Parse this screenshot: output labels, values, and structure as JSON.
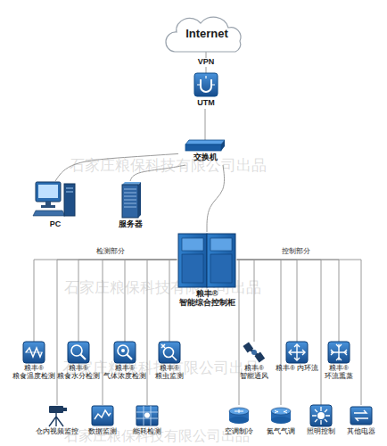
{
  "diagram": {
    "nodes": [
      {
        "text": [
          "Internet"
        ]
      },
      {
        "text": [
          "UTM"
        ]
      },
      {
        "text": [
          "交换机"
        ]
      },
      {
        "text": [
          "PC"
        ]
      },
      {
        "text": [
          "服务器"
        ]
      },
      {
        "text": [
          "粮丰® 智能综合控制柜"
        ]
      },
      {
        "text": [
          "粮丰® 粮食温度检测"
        ]
      },
      {
        "text": [
          "粮丰® 粮食水分检测"
        ]
      },
      {
        "text": [
          "粮丰® 气体浓度检测"
        ]
      },
      {
        "text": [
          "粮丰® 粮虫监测"
        ]
      },
      {
        "text": [
          "粮丰® 智能通风"
        ]
      },
      {
        "text": [
          "粮丰® 内环流"
        ]
      },
      {
        "text": [
          "粮丰® 环流熏蒸"
        ]
      },
      {
        "text": [
          "仓内视频监控"
        ]
      },
      {
        "text": [
          "数据监测"
        ]
      },
      {
        "text": [
          "能耗检测"
        ]
      },
      {
        "text": [
          "空调制冷"
        ]
      },
      {
        "text": [
          "氮气气调"
        ]
      },
      {
        "text": [
          "照明控制"
        ]
      },
      {
        "text": [
          "其他电器"
        ]
      }
    ],
    "edges": [
      {
        "from": 0,
        "to": 1,
        "label": "VPN",
        "arrow": "none"
      },
      {
        "from": 1,
        "to": 2,
        "arrow": "none"
      },
      {
        "from": 2,
        "to": 3,
        "arrow": "none"
      },
      {
        "from": 2,
        "to": 4,
        "arrow": "none"
      },
      {
        "from": 2,
        "to": 5,
        "arrow": "none"
      },
      {
        "from": 5,
        "to": 6,
        "arrow": "none"
      },
      {
        "from": 5,
        "to": 7,
        "arrow": "none"
      },
      {
        "from": 5,
        "to": 8,
        "arrow": "none"
      },
      {
        "from": 5,
        "to": 9,
        "arrow": "none"
      },
      {
        "from": 5,
        "to": 10,
        "arrow": "none"
      },
      {
        "from": 5,
        "to": 11,
        "arrow": "none"
      },
      {
        "from": 5,
        "to": 12,
        "arrow": "none"
      },
      {
        "from": 5,
        "to": 13,
        "arrow": "none"
      },
      {
        "from": 5,
        "to": 14,
        "arrow": "none"
      },
      {
        "from": 5,
        "to": 15,
        "arrow": "none"
      },
      {
        "from": 5,
        "to": 16,
        "arrow": "none"
      },
      {
        "from": 5,
        "to": 17,
        "arrow": "none"
      },
      {
        "from": 5,
        "to": 18,
        "arrow": "none"
      },
      {
        "from": 5,
        "to": 19,
        "arrow": "none"
      }
    ],
    "labels": [
      "检测部分",
      "控制部分",
      "石家庄粮保科技有限公司出品",
      "石家庄粮保科技有限公司出品",
      "石家庄粮保科技有限公司出品",
      "石家庄粮保科技有限公司出品"
    ]
  }
}
